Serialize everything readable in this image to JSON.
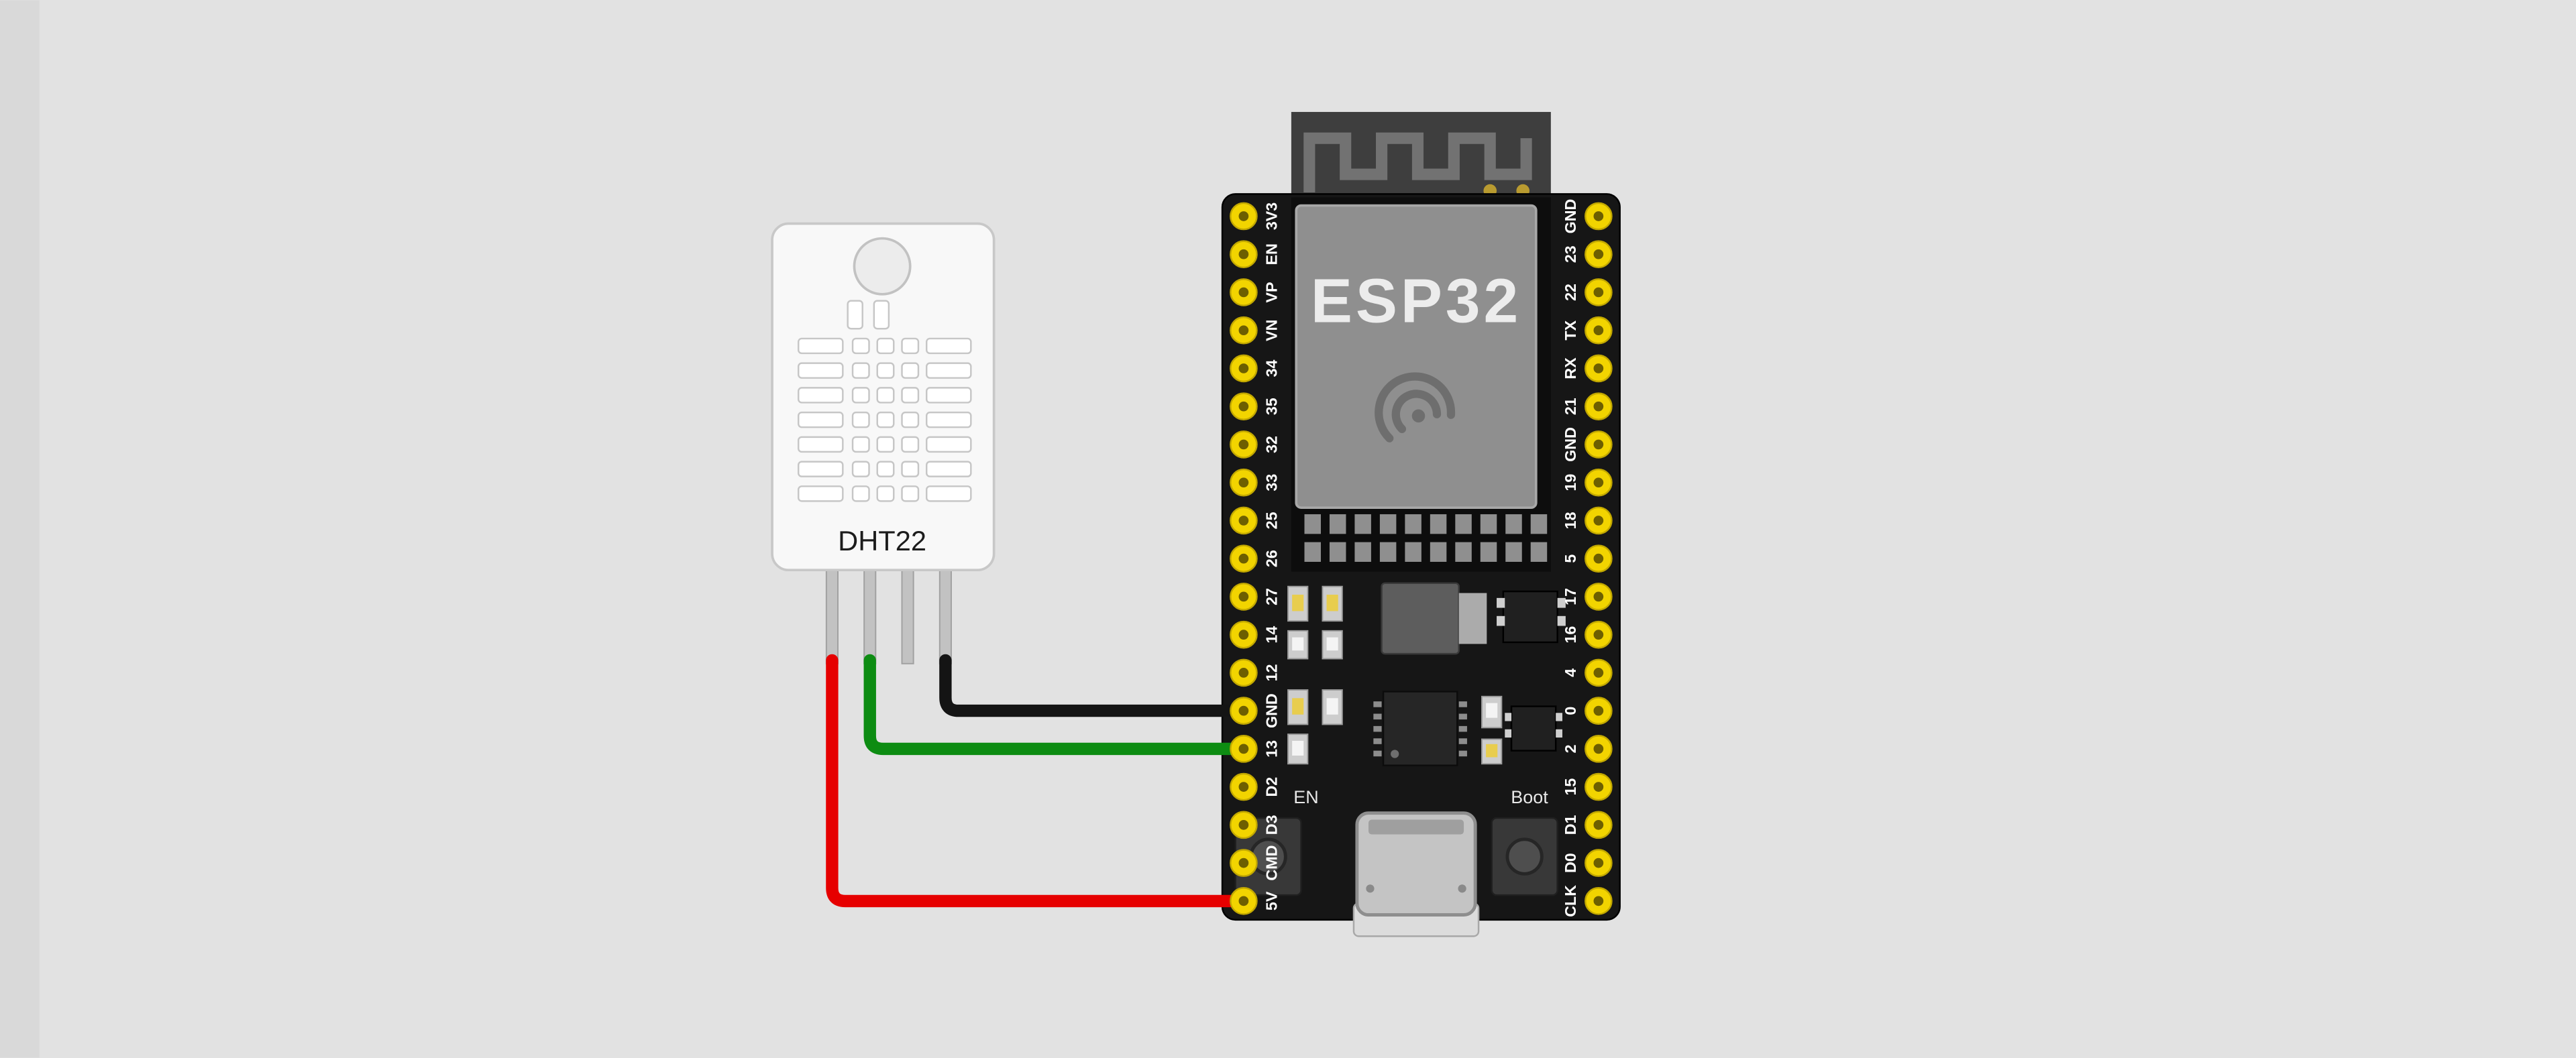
{
  "canvas": {
    "background_color": "#e2e2e2",
    "left_edge_color": "#d9d9d9"
  },
  "dht22": {
    "label": "DHT22",
    "body_color": "#f8f8f8"
  },
  "esp32": {
    "chip_label": "ESP32",
    "en_button_label": "EN",
    "boot_button_label": "Boot",
    "board_color": "#161616",
    "shield_color": "#8f8f8f",
    "antenna_color": "#3e3e3e",
    "pin_hole_color": "#f2d400",
    "pins_left": [
      "3V3",
      "EN",
      "VP",
      "VN",
      "34",
      "35",
      "32",
      "33",
      "25",
      "26",
      "27",
      "14",
      "12",
      "GND",
      "13",
      "D2",
      "D3",
      "CMD",
      "5V"
    ],
    "pins_right": [
      "GND",
      "23",
      "22",
      "TX",
      "RX",
      "21",
      "GND",
      "19",
      "18",
      "5",
      "17",
      "16",
      "4",
      "0",
      "2",
      "15",
      "D1",
      "D0",
      "CLK"
    ]
  },
  "wires": [
    {
      "name": "power",
      "color": "#e60000",
      "from": "DHT22 pin 1",
      "to": "ESP32 5V"
    },
    {
      "name": "data",
      "color": "#0d8c12",
      "from": "DHT22 pin 2",
      "to": "ESP32 13"
    },
    {
      "name": "ground",
      "color": "#141414",
      "from": "DHT22 pin 4",
      "to": "ESP32 GND"
    }
  ]
}
